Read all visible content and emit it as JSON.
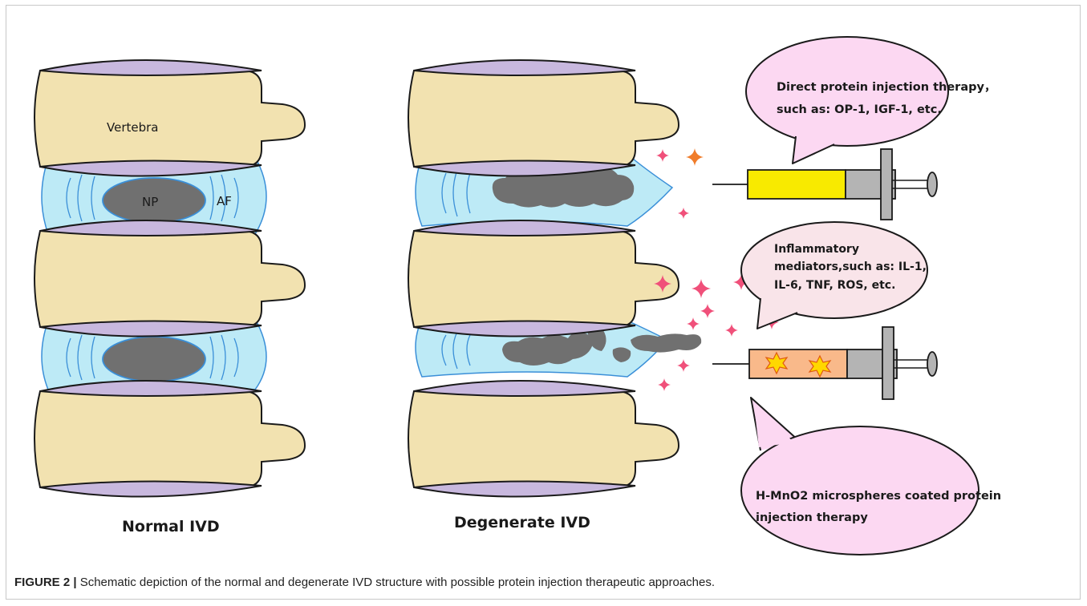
{
  "colors": {
    "bone": "#f2e2b0",
    "endplate": "#c8b8de",
    "disc": "#bdeaf6",
    "disc_line": "#3a8fd8",
    "np": "#707070",
    "bubble": "#fcd8f2",
    "bubble_small": "#f9e4e9",
    "spark_pink": "#f0507a",
    "spark_orange": "#f07c2a",
    "syringe_yellow": "#f8ea00",
    "syringe_orange": "#f9b98a",
    "syringe_grey": "#b4b4b4",
    "star": "#ffd800"
  },
  "labels": {
    "vertebra": "Vertebra",
    "np": "NP",
    "af": "AF",
    "normal": "Normal IVD",
    "degenerate": "Degenerate IVD"
  },
  "callouts": {
    "top_line1": "Direct protein injection therapy，",
    "top_line2": "such as: OP-1, IGF-1, etc.",
    "mid_line1": "Inflammatory",
    "mid_line2": "mediators,such as: IL-1,",
    "mid_line3": "IL-6, TNF, ROS, etc.",
    "bottom_line1": "H-MnO2 microspheres coated protein",
    "bottom_line2": "injection therapy"
  },
  "caption": {
    "figure_label": "FIGURE 2 |",
    "text": " Schematic depiction of the normal and degenerate IVD structure with possible protein injection therapeutic approaches."
  },
  "icons": [
    "sparkle-icon",
    "star-icon",
    "syringe-icon"
  ]
}
